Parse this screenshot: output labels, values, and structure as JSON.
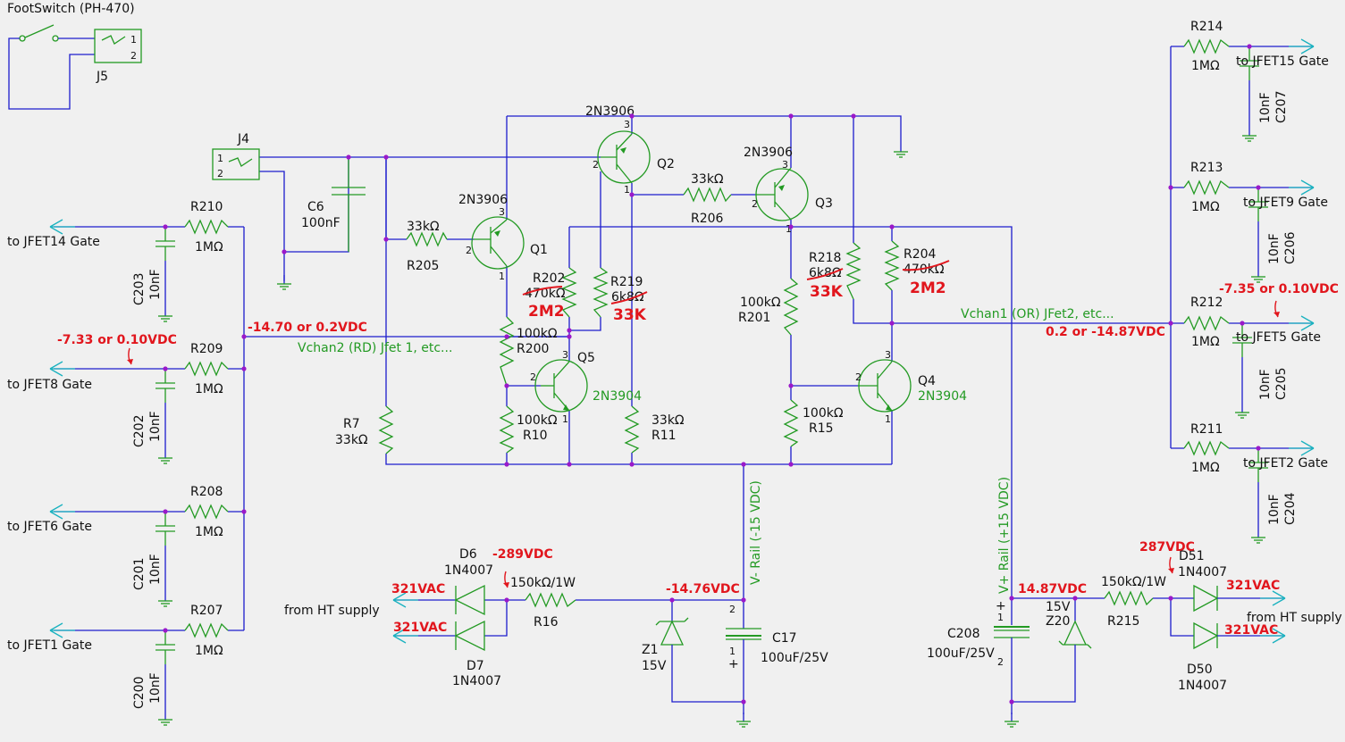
{
  "footswitch": {
    "title": "FootSwitch (PH-470)",
    "ref": "J5",
    "pin1": "1",
    "pin2": "2"
  },
  "j4": {
    "ref": "J4",
    "pin1": "1",
    "pin2": "2"
  },
  "c6": {
    "ref": "C6",
    "value": "100nF"
  },
  "q1": {
    "ref": "Q1",
    "type": "2N3906",
    "p3": "3",
    "p2": "2",
    "p1": "1"
  },
  "q2": {
    "ref": "Q2",
    "type": "2N3906",
    "p3": "3",
    "p2": "2",
    "p1": "1"
  },
  "q3": {
    "ref": "Q3",
    "type": "2N3906",
    "p3": "3",
    "p2": "2",
    "p1": "1"
  },
  "q4": {
    "ref": "Q4",
    "type": "2N3904",
    "p3": "3",
    "p2": "2",
    "p1": "1"
  },
  "q5": {
    "ref": "Q5",
    "type": "2N3904",
    "p3": "3",
    "p2": "2",
    "p1": "1"
  },
  "r205": {
    "ref": "R205",
    "value": "33kΩ"
  },
  "r206": {
    "ref": "R206",
    "value": "33kΩ"
  },
  "r202": {
    "ref": "R202",
    "value": "470kΩ",
    "new": "2M2"
  },
  "r219": {
    "ref": "R219",
    "value": "6k8Ω",
    "new": "33K"
  },
  "r218": {
    "ref": "R218",
    "value": "6k8Ω",
    "new": "33K"
  },
  "r204": {
    "ref": "R204",
    "value": "470kΩ",
    "new": "2M2"
  },
  "r201": {
    "ref": "R201",
    "value": "100kΩ"
  },
  "r200": {
    "ref": "R200",
    "value": "100kΩ"
  },
  "r10": {
    "ref": "R10",
    "value": "100kΩ"
  },
  "r11": {
    "ref": "R11",
    "value": "33kΩ"
  },
  "r15": {
    "ref": "R15",
    "value": "100kΩ"
  },
  "r7": {
    "ref": "R7",
    "value": "33kΩ"
  },
  "left_outputs": [
    {
      "ref": "R210",
      "value": "1MΩ",
      "cap": "C203",
      "cap_value": "10nF",
      "label": "to JFET14 Gate"
    },
    {
      "ref": "R209",
      "value": "1MΩ",
      "cap": "C202",
      "cap_value": "10nF",
      "label": "to JFET8 Gate"
    },
    {
      "ref": "R208",
      "value": "1MΩ",
      "cap": "C201",
      "cap_value": "10nF",
      "label": "to JFET6 Gate"
    },
    {
      "ref": "R207",
      "value": "1MΩ",
      "cap": "C200",
      "cap_value": "10nF",
      "label": "to JFET1 Gate"
    }
  ],
  "right_outputs": [
    {
      "ref": "R214",
      "value": "1MΩ",
      "cap": "C207",
      "cap_value": "10nF",
      "label": "to JFET15 Gate"
    },
    {
      "ref": "R213",
      "value": "1MΩ",
      "cap": "C206",
      "cap_value": "10nF",
      "label": "to JFET9 Gate"
    },
    {
      "ref": "R212",
      "value": "1MΩ",
      "cap": "C205",
      "cap_value": "10nF",
      "label": "to JFET5 Gate"
    },
    {
      "ref": "R211",
      "value": "1MΩ",
      "cap": "C204",
      "cap_value": "10nF",
      "label": "to JFET2 Gate"
    }
  ],
  "nets": {
    "vchan2": "Vchan2 (RD) Jfet 1, etc...",
    "vchan1": "Vchan1 (OR) JFet2, etc...",
    "vminus": "V- Rail (-15 VDC)",
    "vplus": "V+ Rail (+15 VDC)"
  },
  "measurements": {
    "left_bus": "-14.70 or 0.2VDC",
    "left_gate": "-7.33 or 0.10VDC",
    "right_bus": "0.2 or -14.87VDC",
    "right_gate": "-7.35 or 0.10VDC",
    "neg_ht": "-289VDC",
    "neg_rail": "-14.76VDC",
    "pos_ht": "287VDC",
    "pos_rail": "14.87VDC",
    "ac_in": "321VAC"
  },
  "neg_supply": {
    "d6": "D6",
    "d6_type": "1N4007",
    "d7": "D7",
    "d7_type": "1N4007",
    "r16": "R16",
    "r16_value": "150kΩ/1W",
    "z1": "Z1",
    "z1_value": "15V",
    "c17": "C17",
    "c17_value": "100uF/25V",
    "ht_label": "from HT supply",
    "pin2": "2",
    "pin1": "1",
    "plus": "+"
  },
  "pos_supply": {
    "d51": "D51",
    "d51_type": "1N4007",
    "d50": "D50",
    "d50_type": "1N4007",
    "r215": "R215",
    "r215_value": "150kΩ/1W",
    "z20": "Z20",
    "z20_value": "15V",
    "c208": "C208",
    "c208_value": "100uF/25V",
    "ht_label": "from HT supply",
    "pin2": "2",
    "pin1": "1",
    "plus": "+"
  }
}
